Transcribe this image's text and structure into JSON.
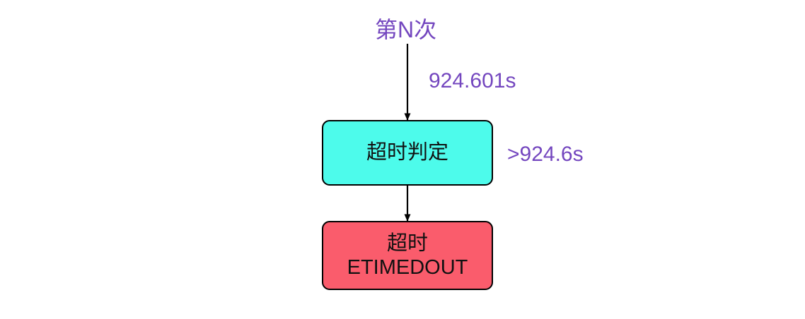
{
  "diagram": {
    "type": "flowchart",
    "direction": "top-down",
    "background_color": "#ffffff",
    "accent_label_color": "#7447BF",
    "stroke_color": "#000000",
    "start_label": "第N次",
    "nodes": [
      {
        "id": "timeout-check",
        "lines": [
          "超时判定"
        ],
        "fill_color": "#4DFBEB",
        "text_color": "#111111"
      },
      {
        "id": "timeout-result",
        "lines": [
          "超时",
          "ETIMEDOUT"
        ],
        "fill_color": "#FA5C6C",
        "text_color": "#111111"
      }
    ],
    "edges": [
      {
        "id": "start-to-check",
        "label": "924.601s",
        "from": "start",
        "to": "timeout-check"
      },
      {
        "id": "check-to-result",
        "label": ">924.6s",
        "from": "timeout-check",
        "to": "timeout-result"
      }
    ]
  }
}
